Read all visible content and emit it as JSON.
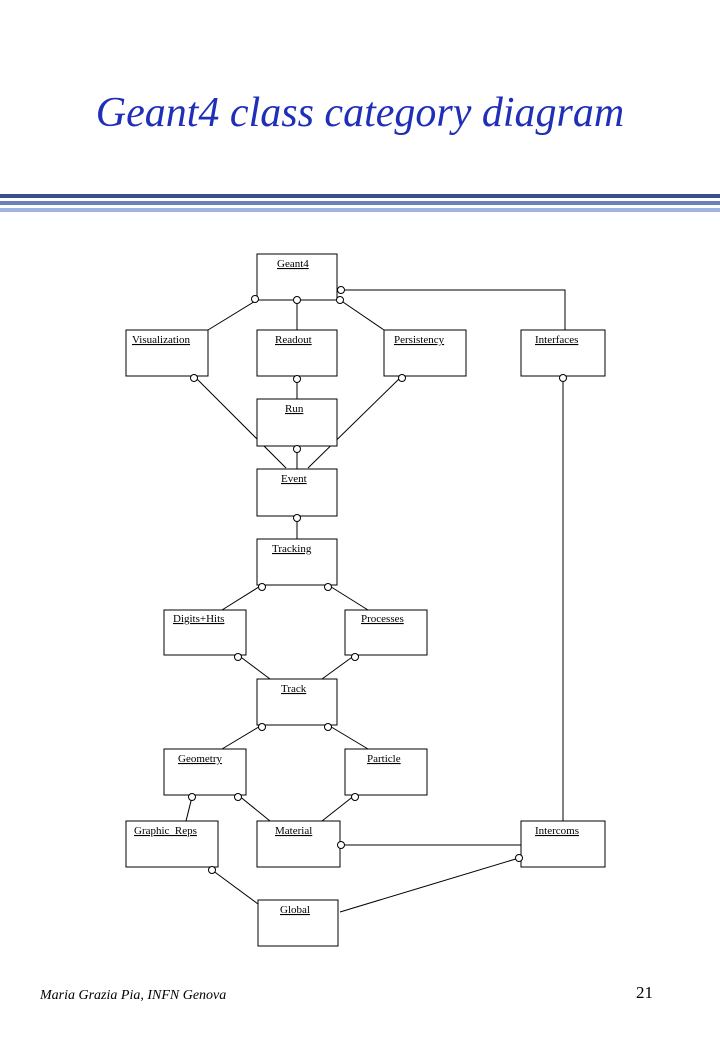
{
  "slide": {
    "title": "Geant4 class category diagram",
    "author": "Maria Grazia Pia, INFN Genova",
    "page_number": "21",
    "title_color": "#1f2fb8",
    "rule_colors": [
      "#3b4f8c",
      "#6a80b8",
      "#9fb4e0"
    ]
  },
  "diagram": {
    "categories": {
      "geant4": "Geant4",
      "visualization": "Visualization",
      "readout": "Readout",
      "persistency": "Persistency",
      "interfaces": "Interfaces",
      "run": "Run",
      "event": "Event",
      "tracking": "Tracking",
      "digits_hits": "Digits+Hits",
      "processes": "Processes",
      "track": "Track",
      "geometry": "Geometry",
      "particle": "Particle",
      "graphic_reps": "Graphic_Reps",
      "material": "Material",
      "intercoms": "Intercoms",
      "global": "Global"
    }
  }
}
